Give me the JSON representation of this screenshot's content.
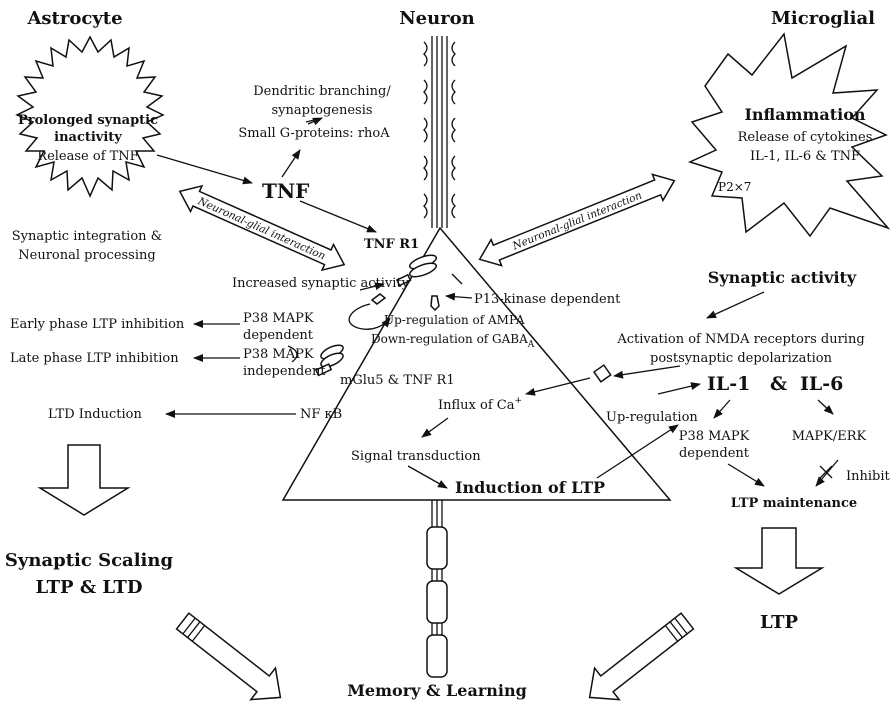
{
  "headers": {
    "astrocyte": "Astrocyte",
    "neuron": "Neuron",
    "microglial": "Microglial"
  },
  "astrocyte": {
    "star_line1": "Prolonged synaptic",
    "star_line2": "inactivity",
    "star_line3": "Release of TNF",
    "integration_line1": "Synaptic integration &",
    "integration_line2": "Neuronal processing"
  },
  "tnf": {
    "label": "TNF",
    "dendritic_line1": "Dendritic branching/",
    "dendritic_line2": "synaptogenesis",
    "g_proteins": "Small G-proteins: rhoA",
    "receptor": "TNF R1"
  },
  "interaction": {
    "left_label": "Neuronal-glial interaction",
    "right_label": "Neuronal-glial interaction"
  },
  "microglia": {
    "inflammation": "Inflammation",
    "line1": "Release of cytokines",
    "line2": "IL-1, IL-6 & TNF",
    "p2x7": "P2×7"
  },
  "neuron_left": {
    "increased_activity": "Increased synaptic activity",
    "pi3": "P13-kinase dependent",
    "early_ltp": "Early phase LTP inhibition",
    "late_ltp": "Late phase LTP inhibition",
    "p38_dep_1": "P38 MAPK",
    "p38_dep_2": "dependent",
    "p38_indep_1": "P38 MAPK",
    "p38_indep_2": "independent",
    "ampa": "Up-regulation of AMPA",
    "gaba": "Down-regulation of GABA",
    "gaba_sub": "A",
    "mglu5": "mGlu5 & TNF R1",
    "ltd_induction": "LTD Induction",
    "nfkb": "NF κB",
    "influx": "Influx of Ca",
    "influx_sup": "+",
    "signal": "Signal transduction",
    "induction_ltp": "Induction of LTP"
  },
  "synaptic": {
    "title": "Synaptic activity",
    "nmda_line1": "Activation of NMDA receptors during",
    "nmda_line2": "postsynaptic depolarization",
    "il1": "IL-1",
    "amp": "&",
    "il6": "IL-6",
    "upregulation": "Up-regulation",
    "p38_1": "P38 MAPK",
    "p38_2": "dependent",
    "mapk_erk": "MAPK/ERK",
    "inhibit": "Inhibit",
    "ltp_maintenance": "LTP maintenance",
    "ltp": "LTP"
  },
  "bottom": {
    "scaling_line1": "Synaptic Scaling",
    "scaling_line2": "LTP & LTD",
    "memory": "Memory & Learning"
  }
}
